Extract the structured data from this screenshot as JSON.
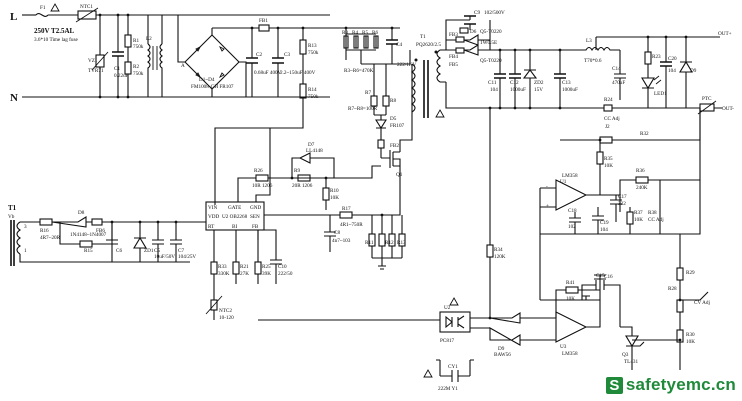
{
  "input": {
    "line": "L",
    "neutral": "N",
    "fuse_ref": "F1",
    "fuse_rating": "250V T2.5AL",
    "fuse_desc": "3.6*10 Time lag fuse",
    "ntc": "NTC1"
  },
  "parts": {
    "vz1": "VZ1",
    "vz1_val": "TVR71",
    "r1": "R1",
    "r1_val": "750k",
    "r2": "R2",
    "r2_val": "750k",
    "c1": "C1",
    "c1_val": "0.22uF",
    "l2": "L2",
    "bridge": "D1~D4",
    "bridge_val": "FM1008-GH FR107",
    "fb1": "FB1",
    "c2": "C2",
    "c2_val": "0.68uF 400V",
    "c3": "C3",
    "c3_val": "2.2~150uF 400V",
    "r13": "R13",
    "r13_val": "750k",
    "r14": "R14",
    "r14_val": "750k",
    "r3r6": "R3~R6=470K",
    "r3": "R3",
    "r4": "R4",
    "r5": "R5",
    "r6": "R6",
    "c4": "C4",
    "c4_val": "222/1KV",
    "r7": "R7",
    "r8": "R8",
    "r7r8": "R7~R8=100R",
    "d5": "D5",
    "d5_val": "FR107",
    "fb2": "FB2",
    "q1": "Q1",
    "t1": "T1",
    "t1_val": "PQ2620/2.5",
    "c9": "C9",
    "c9_val": "102/500V",
    "fb3": "FB3",
    "fb4": "FB4",
    "fb5": "FB5",
    "d6": "D6",
    "d6_val": "Q5-T0220",
    "r18": "R18",
    "r18_val": "1W0.5E",
    "d7a": "D7",
    "d7a_val": "Q5-T0220",
    "r19": "R19",
    "r19_val": "1W0.5E",
    "c11": "C11",
    "c11_val": "104",
    "c12": "C12",
    "c12_val": "1000uF",
    "zd2": "ZD2",
    "zd2_val": "15V",
    "c13": "C13",
    "c13_val": "1000uF",
    "l3": "L3",
    "l3_val": "T70*0.6",
    "r24": "R24",
    "r24_val": "CC Adj",
    "c14": "C14",
    "c14_val": "470uF",
    "r23": "R23",
    "c20": "C20",
    "c20_val": "104",
    "d9": "D9",
    "led1": "LED1",
    "ptc": "PTC",
    "out_plus": "OUT+",
    "out_minus": "OUT-",
    "j2": "J2",
    "r32": "R32",
    "t1b": "T1",
    "t1b_val": "Vb",
    "r16": "R16",
    "r16_val": "4R7~20R",
    "d8": "D8",
    "d8_val": "1N4148~1N4007",
    "fb6": "FB6",
    "r15": "R15",
    "c6": "C6",
    "zd1": "ZD1",
    "c5": "C5",
    "c5_val": "10uF/50V",
    "c7": "C7",
    "c7_val": "104/25V",
    "d7": "D7",
    "d7_val": "LL4148",
    "r26": "R26",
    "r26_val": "10R 1206",
    "r9": "R9",
    "r9_val": "20R 1206",
    "r10": "R10",
    "r10_val": "10K",
    "ic": "U2  OB2268",
    "pin_vin": "VIN",
    "pin_gate": "GATE",
    "pin_gnd": "GND",
    "pin_vdd": "VDD",
    "pin_sen": "SEN",
    "pin_rt": "RT",
    "pin_bi": "BI",
    "pin_fb": "FB",
    "r17": "R17",
    "r17_val": "4R1~750R",
    "c8": "C8",
    "c8_val": "4n7~103",
    "r11r12": "R11 R12",
    "r11": "R11",
    "r12": "R12",
    "r13b": "R13",
    "r33": "R33",
    "r33_val": "330K",
    "r21": "R21",
    "r21_val": "27K",
    "r25": "R25",
    "r25_val": "39K",
    "c10": "C10",
    "c10_val": "222/50",
    "ntc2": "NTC2",
    "ntc2_val": "10-120",
    "r34": "R34",
    "r34_val": "120K",
    "u1": "U1",
    "u1_val": "LM358",
    "r35": "R35",
    "r35_val": "10K",
    "r36": "R36",
    "r36_val": "240K",
    "c17": "C17",
    "c17_val": "332",
    "c18": "C18",
    "c18_val": "102",
    "c19": "C19",
    "c19_val": "104",
    "r37": "R37",
    "r37_val": "10K",
    "r38": "R38",
    "r38_val": "CC Adj",
    "u2": "U2",
    "pc": "PC817",
    "d10": "D10",
    "d9b": "D9",
    "d9b_val": "BAW56",
    "r41": "R41",
    "r41_val": "10K",
    "c15": "C15",
    "c16": "C16",
    "u3": "U3",
    "u3_val": "LM358",
    "q3": "Q3",
    "q3_val": "TL431",
    "r29": "R29",
    "r28": "R28",
    "r30": "R30",
    "r30_val": "10K",
    "cv_adj": "CV Adj",
    "cy1": "CY1",
    "cy1_val": "222M Y1",
    "pin_nums": [
      "1",
      "2",
      "3",
      "4",
      "5",
      "6",
      "7",
      "8"
    ]
  },
  "watermark": {
    "icon": "S",
    "text": "safetyemc.cn"
  }
}
